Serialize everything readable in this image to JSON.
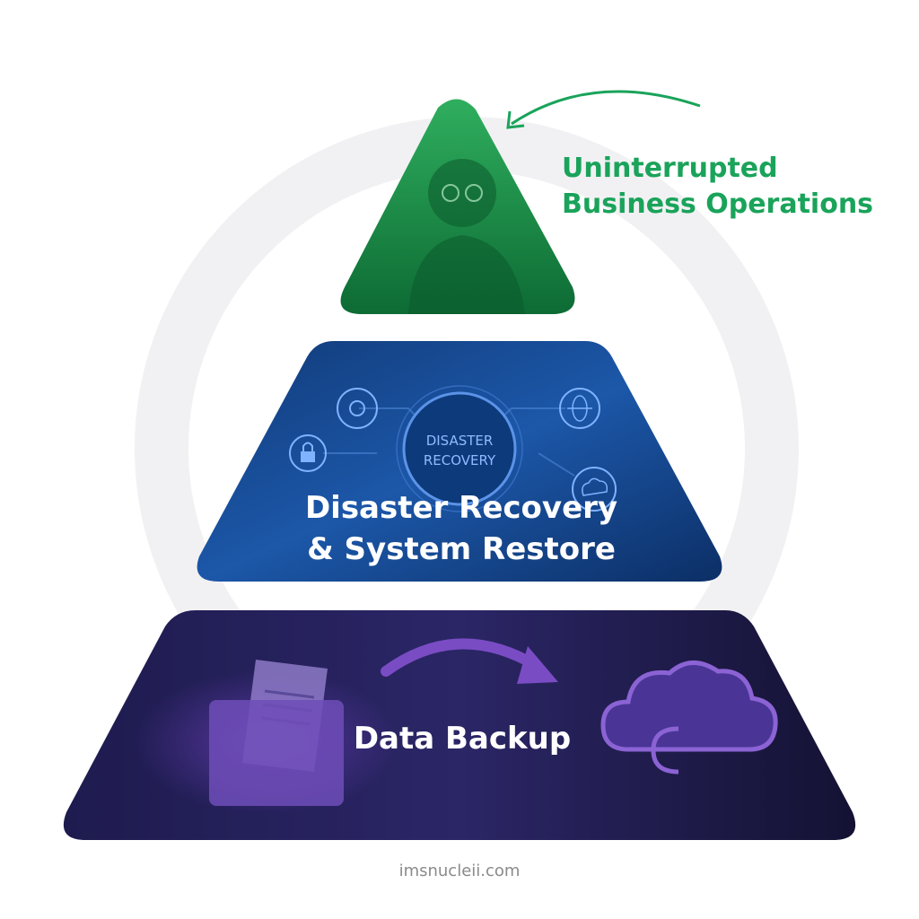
{
  "diagram": {
    "tiers": [
      {
        "lines": [
          "Uninterrupted",
          "Business Operations"
        ]
      },
      {
        "lines": [
          "Disaster Recovery",
          "& System Restore"
        ]
      },
      {
        "lines": [
          "Data Backup"
        ]
      }
    ],
    "badge": {
      "line1": "DISASTER",
      "line2": "RECOVERY"
    },
    "footer": "imsnucleii.com",
    "colors": {
      "top_tier": "#1f8f4e",
      "middle_tier": "#1a4f9c",
      "bottom_tier": "#2a2565",
      "callout_green": "#1aa35a",
      "purple_accent": "#7a4cc4"
    }
  }
}
